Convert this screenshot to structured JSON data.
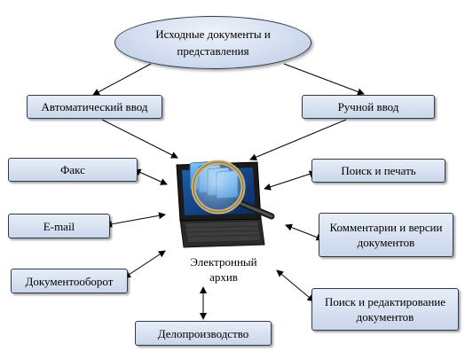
{
  "source": {
    "label": "Исходные документы и\nпредставления"
  },
  "input_methods": {
    "auto": "Автоматический ввод",
    "manual": "Ручной ввод"
  },
  "left": {
    "fax": "Факс",
    "email": "E-mail",
    "docflow": "Документооборот"
  },
  "right": {
    "search_print": "Поиск и печать",
    "comments": "Комментарии и версии\nдокументов",
    "search_edit": "Поиск и редактирование\nдокументов"
  },
  "bottom": {
    "records": "Делопроизводство"
  },
  "center": {
    "label": "Электронный\nархив"
  },
  "colors": {
    "box_fill_top": "#e8eef8",
    "box_fill_bottom": "#c9d6ea",
    "outline": "#2e3a4a",
    "arrow": "#000000"
  }
}
